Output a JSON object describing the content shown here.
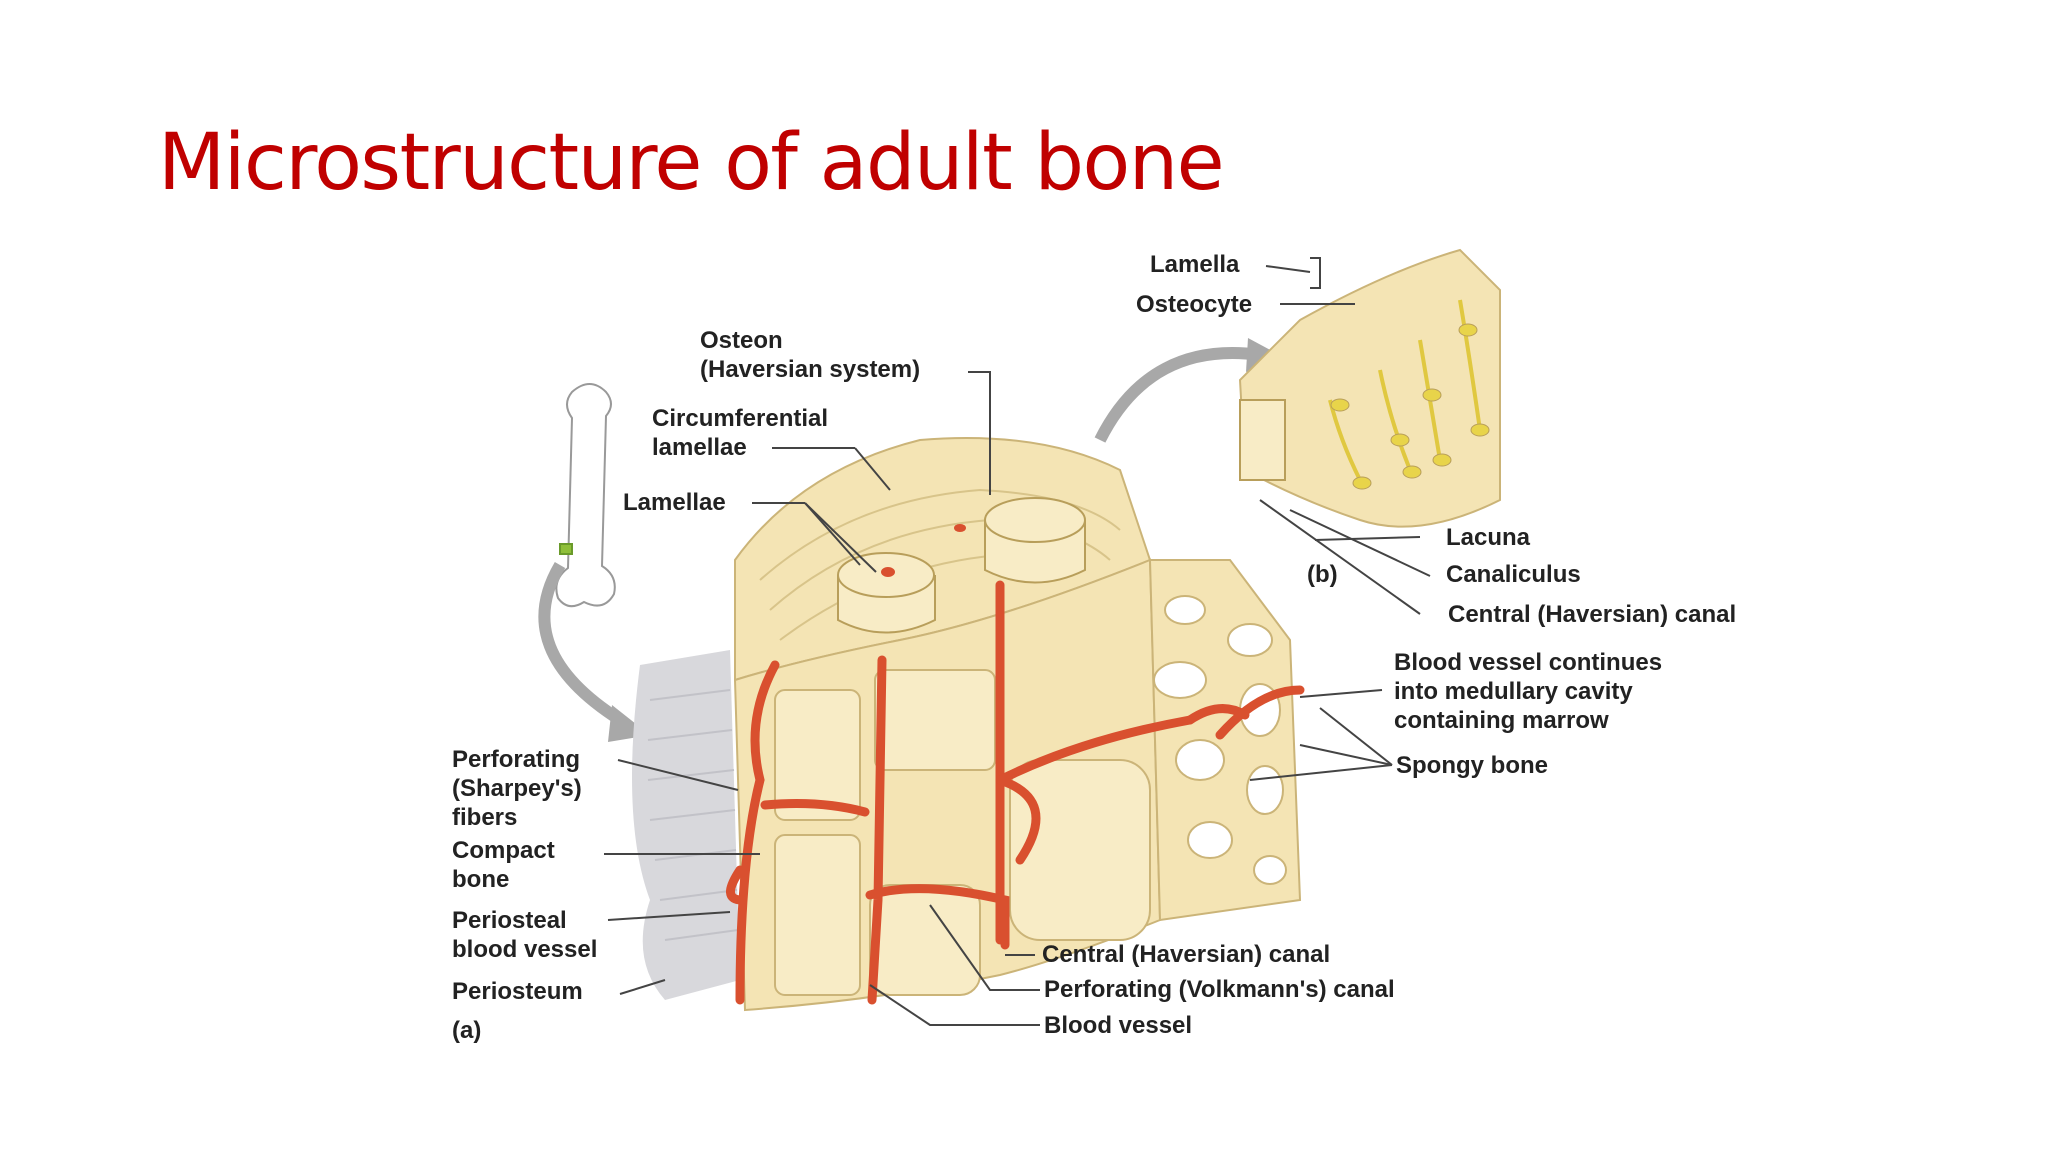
{
  "title": "Microstructure of adult bone",
  "colors": {
    "title": "#c00000",
    "bone": "#f4e4b4",
    "bone_dark": "#e2cc8c",
    "vessel": "#d9502f",
    "osteocyte": "#e8d44a",
    "periosteum": "#d8d8dc",
    "arrow": "#a8a8a8"
  },
  "labels": {
    "lamella": "Lamella",
    "osteocyte": "Osteocyte",
    "osteon": "Osteon\n(Haversian system)",
    "circumferential": "Circumferential\nlamellae",
    "lamellae": "Lamellae",
    "lacuna": "Lacuna",
    "canaliculus": "Canaliculus",
    "central_canal_b": "Central (Haversian) canal",
    "part_b": "(b)",
    "blood_vessel_continues": "Blood vessel continues\ninto medullary cavity\ncontaining marrow",
    "spongy_bone": "Spongy bone",
    "perforating_fibers": "Perforating\n(Sharpey's)\nfibers",
    "compact_bone": "Compact\nbone",
    "periosteal_vessel": "Periosteal\nblood vessel",
    "periosteum": "Periosteum",
    "part_a": "(a)",
    "central_canal_a": "Central (Haversian) canal",
    "volkmann": "Perforating (Volkmann's) canal",
    "blood_vessel": "Blood vessel"
  }
}
